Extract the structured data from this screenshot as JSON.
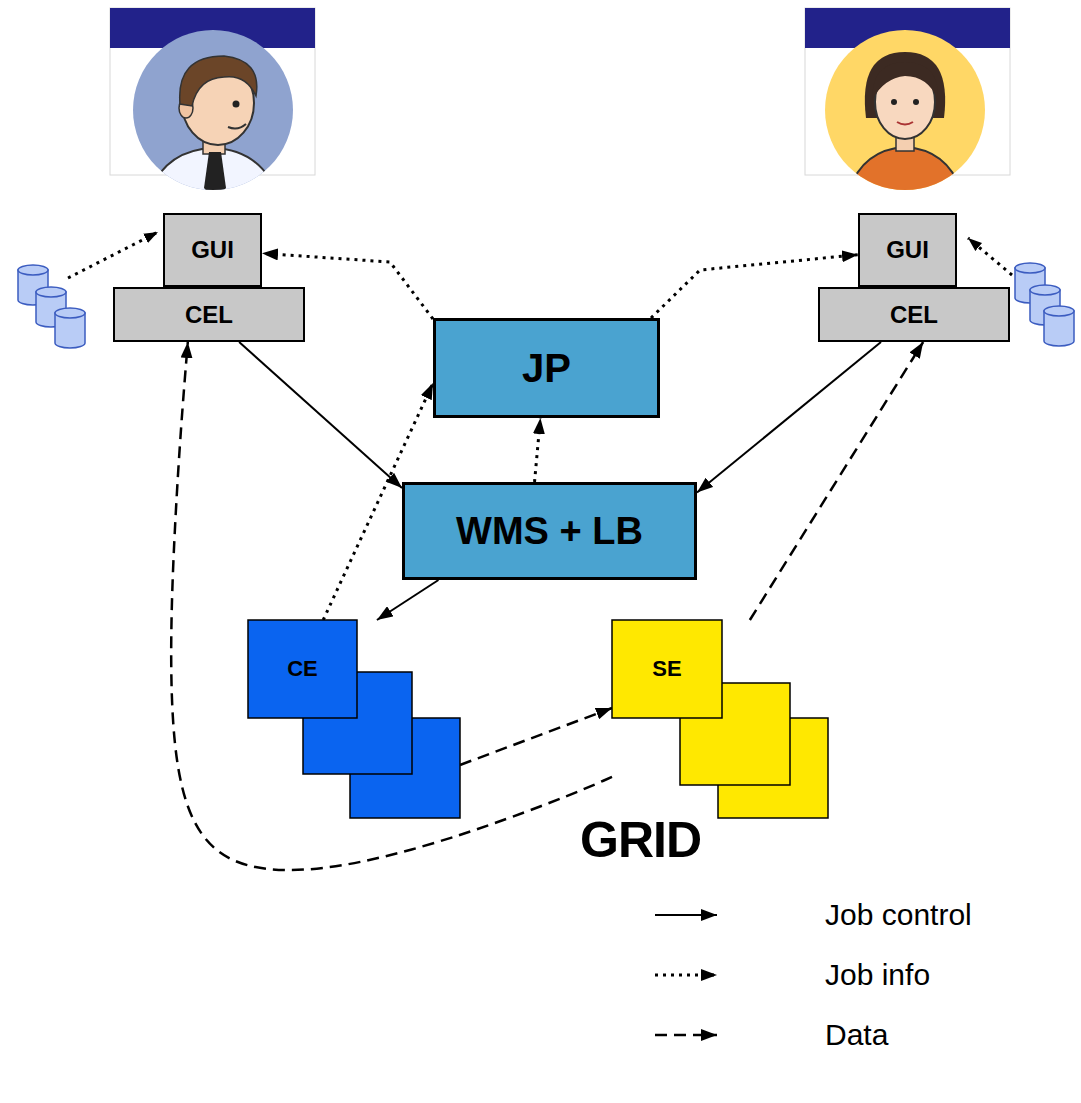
{
  "diagram": {
    "nodes": [
      {
        "text": [
          "GUI"
        ]
      },
      {
        "text": [
          "CEL"
        ]
      },
      {
        "text": [
          "GRID"
        ]
      },
      {
        "text": [
          "JP"
        ],
        "in": 2
      },
      {
        "text": [
          "WMS + LB"
        ],
        "in": 2
      },
      {
        "text": [
          "CE"
        ],
        "in": 2
      },
      {
        "text": [
          "SE"
        ],
        "in": 2
      },
      {
        "text": [
          "GUI"
        ]
      },
      {
        "text": [
          "CEL"
        ]
      }
    ],
    "edges": [
      {
        "from": 1,
        "to": 4,
        "arrow": "to"
      },
      {
        "from": 8,
        "to": 4,
        "arrow": "to"
      },
      {
        "from": 4,
        "to": 5,
        "arrow": "to"
      },
      {
        "from": 5,
        "to": 3,
        "arrow": "to"
      },
      {
        "from": 4,
        "to": 3,
        "arrow": "to"
      },
      {
        "from": 3,
        "to": 0,
        "arrow": "to"
      },
      {
        "from": 3,
        "to": 7,
        "arrow": "to"
      },
      {
        "from": 5,
        "to": 6,
        "arrow": "to"
      },
      {
        "from": 6,
        "to": 1,
        "arrow": "to"
      },
      {
        "from": 6,
        "to": 8,
        "arrow": "to"
      }
    ],
    "legend": [
      {
        "text": "Job control"
      },
      {
        "text": "Job info"
      },
      {
        "text": "Data"
      }
    ]
  }
}
